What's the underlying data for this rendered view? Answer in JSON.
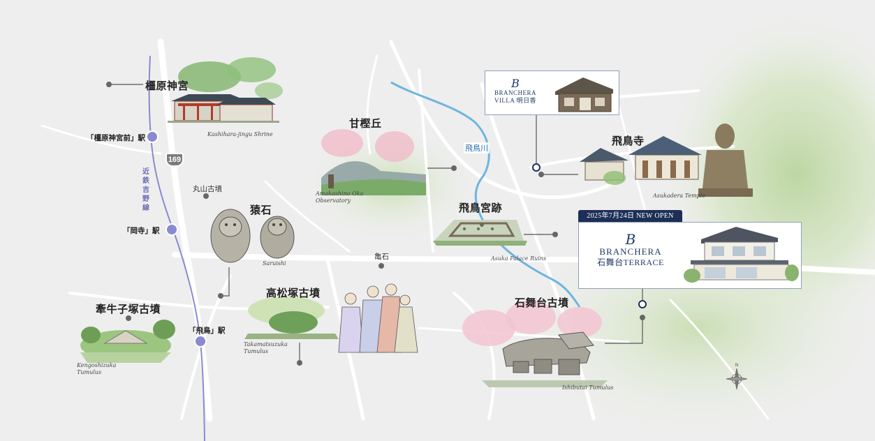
{
  "map": {
    "landmarks": {
      "kashihara_jingu": "橿原神宮",
      "amakashi_oka": "甘樫丘",
      "asukadera": "飛鳥寺",
      "saruishi": "猿石",
      "asuka_palace": "飛鳥宮跡",
      "takamatsuzuka": "高松塚古墳",
      "kengoshizuka": "牽牛子塚古墳",
      "ishibutai": "石舞台古墳"
    },
    "romaji": {
      "kashihara_jingu": "Kashihara-jingu Shrine",
      "amakashi_oka": "Amakashino Oka\nObservatory",
      "asukadera": "Asukadera Temple",
      "saruishi": "Saruishi",
      "asuka_palace": "Asuka Palace Ruins",
      "takamatsuzuka": "Takamatsuzuka\nTumulus",
      "kengoshizuka": "Kengoshizuka\nTumulus",
      "ishibutai": "Ishibutai Tumulus"
    },
    "small_places": {
      "maruyama": "丸山古墳",
      "kameishi": "亀石"
    },
    "stations": {
      "kashihara_jingumae": "「橿原神宮前」駅",
      "okadera": "「岡寺」駅",
      "asuka": "「飛鳥」駅"
    },
    "railway_name": "近鉄吉野線",
    "route_number": "169",
    "river_name": "飛鳥川"
  },
  "villa": {
    "brand_mark": "B",
    "brand_name": "BRANCHERA",
    "brand_sub": "VILLA 明日香"
  },
  "terrace": {
    "open_banner": "2025年7月24日 NEW OPEN",
    "brand_mark": "B",
    "brand_name": "BRANCHERA",
    "brand_sub": "石舞台TERRACE"
  },
  "colors": {
    "background": "#eeeeee",
    "roads": "#ffffff",
    "river": "#5aa6d8",
    "railway": "#7b7bc6",
    "brand_navy": "#1d2f57",
    "greenery": "#cfe0b5"
  }
}
